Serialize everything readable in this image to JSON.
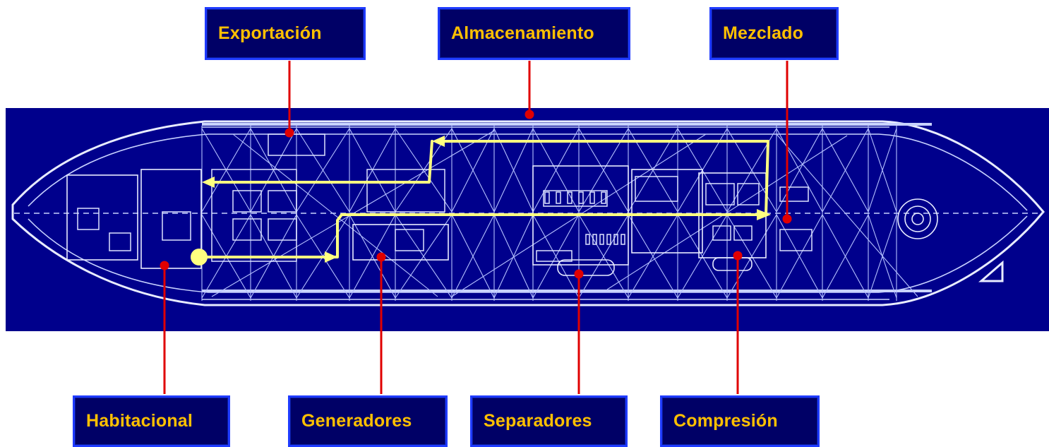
{
  "labels": {
    "exportacion": "Exportación",
    "almacenamiento": "Almacenamiento",
    "mezclado": "Mezclado",
    "habitacional": "Habitacional",
    "generadores": "Generadores",
    "separadores": "Separadores",
    "compresion": "Compresión"
  },
  "colors": {
    "label_background": "#000066",
    "label_border": "#1f3bff",
    "label_text": "#ffc000",
    "blueprint_background": "#00008c",
    "blueprint_lines": "#e8ecff",
    "leader_lines": "#e00000",
    "flow_path": "#ffff80"
  },
  "icons": {
    "flow_start": "circle-dot",
    "flow_direction": "arrowhead"
  }
}
